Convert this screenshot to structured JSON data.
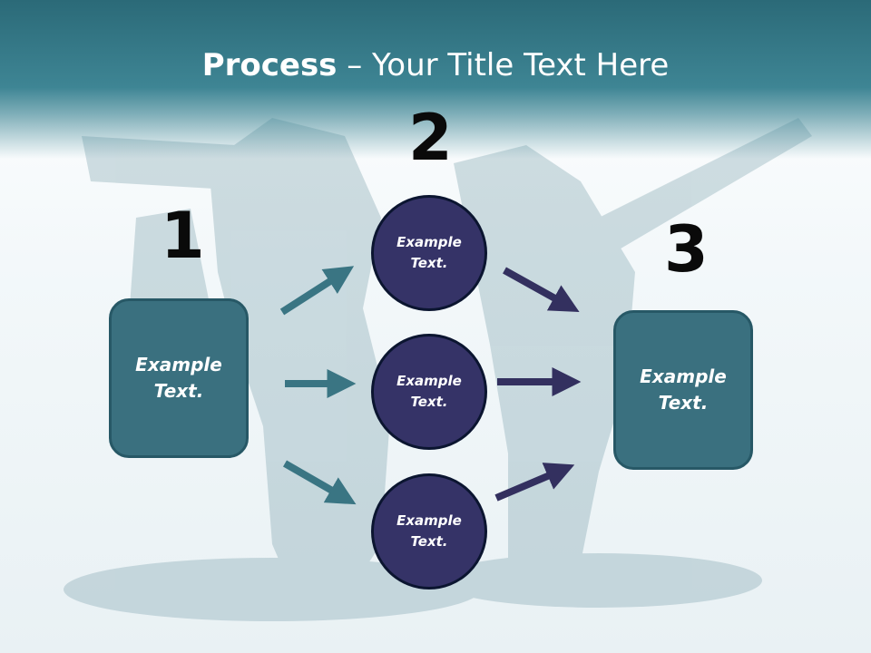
{
  "slide": {
    "title_bold": "Process",
    "title_rest": " – Your Title Text Here",
    "colors": {
      "header": "#2b6a78",
      "box_fill": "#3a707f",
      "circle_fill": "#353367",
      "teal_arrow": "#3a7583",
      "navy_arrow": "#33305f"
    }
  },
  "steps": {
    "one": "1",
    "two": "2",
    "three": "3"
  },
  "boxes": {
    "left": "Example\nText.",
    "right": "Example\nText."
  },
  "circles": [
    {
      "label": "Example\nText."
    },
    {
      "label": "Example\nText."
    },
    {
      "label": "Example\nText."
    }
  ]
}
